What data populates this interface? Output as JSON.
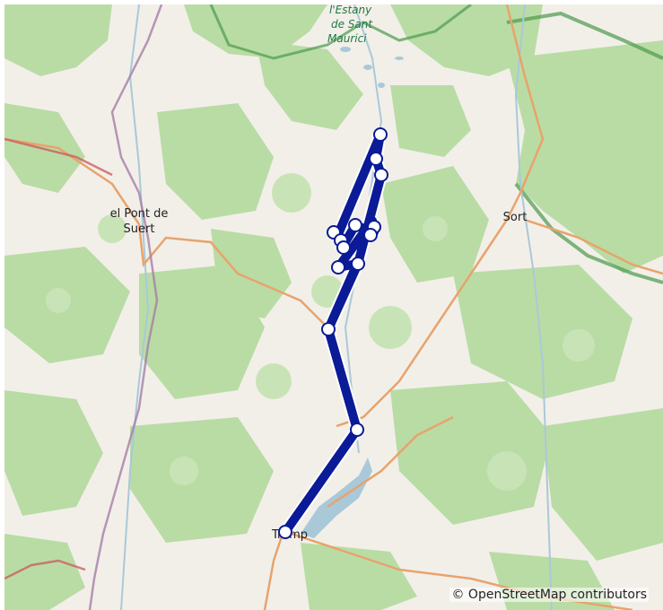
{
  "map": {
    "labels": {
      "pont_de_suert_line1": "el Pont de",
      "pont_de_suert_line2": "Suert",
      "sort": "Sort",
      "tremp": "Tremp",
      "estany_line1": "l'Estany",
      "estany_line2": "de Sant",
      "estany_line3": "Maurici"
    },
    "attribution": "© OpenStreetMap contributors",
    "colors": {
      "route": "#0b1a96",
      "marker_fill": "#ffffff",
      "forest": "#b5dba2",
      "land": "#f2efe9",
      "park_border": "#4c9a4c",
      "road": "#e8a36c",
      "admin_border": "#a57ea7",
      "water": "#a9c9d8"
    }
  }
}
